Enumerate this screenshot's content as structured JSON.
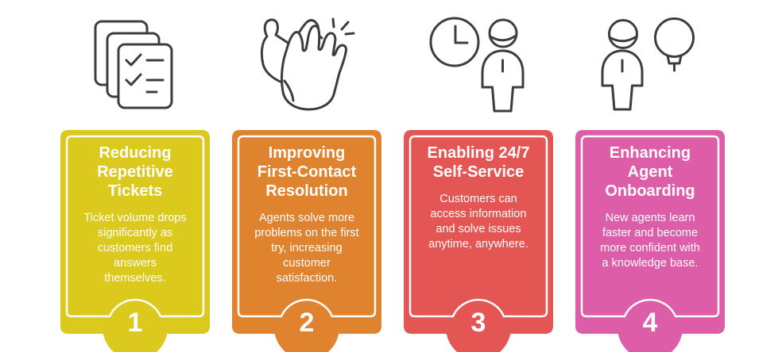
{
  "infographic": {
    "background_color": "#ffffff",
    "icon_stroke_color": "#3d3d3d",
    "card_border_color": "#ffffff",
    "text_color": "#ffffff",
    "steps": [
      {
        "number": "1",
        "title": "Reducing\nRepetitive\nTickets",
        "description": "Ticket volume drops\nsignificantly as\ncustomers find\nanswers\nthemselves.",
        "color": "#dcc91e",
        "icon": "stacked-checklist-documents-icon"
      },
      {
        "number": "2",
        "title": "Improving\nFirst-Contact\nResolution",
        "description": "Agents solve more\nproblems on the first\ntry, increasing\ncustomer\nsatisfaction.",
        "color": "#e0832f",
        "icon": "clapping-hands-icon"
      },
      {
        "number": "3",
        "title": "Enabling 24/7\nSelf-Service",
        "description": "Customers can\naccess information\nand solve issues\nanytime, anywhere.",
        "color": "#e45653",
        "icon": "clock-and-person-icon"
      },
      {
        "number": "4",
        "title": "Enhancing\nAgent\nOnboarding",
        "description": "New agents learn\nfaster and become\nmore confident with\na knowledge base.",
        "color": "#de5da8",
        "icon": "person-with-idea-bulb-icon"
      }
    ]
  }
}
